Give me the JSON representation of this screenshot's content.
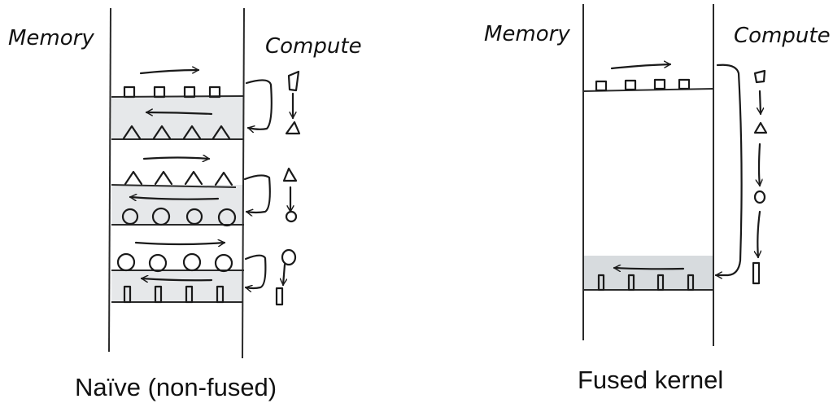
{
  "panels": {
    "naive": {
      "memory_label": "Memory",
      "compute_label": "Compute",
      "caption": "Naïve (non-fused)",
      "stages": [
        {
          "input_shape": "square",
          "output_shape": "triangle"
        },
        {
          "input_shape": "triangle",
          "output_shape": "circle"
        },
        {
          "input_shape": "circle",
          "output_shape": "bar"
        }
      ]
    },
    "fused": {
      "memory_label": "Memory",
      "compute_label": "Compute",
      "caption": "Fused kernel",
      "compute_chain": [
        "square",
        "triangle",
        "circle",
        "bar"
      ]
    }
  },
  "colors": {
    "ink": "#1a1a1a",
    "band_fill": "#e6e8ea",
    "fused_band_fill": "#d7dbde"
  }
}
